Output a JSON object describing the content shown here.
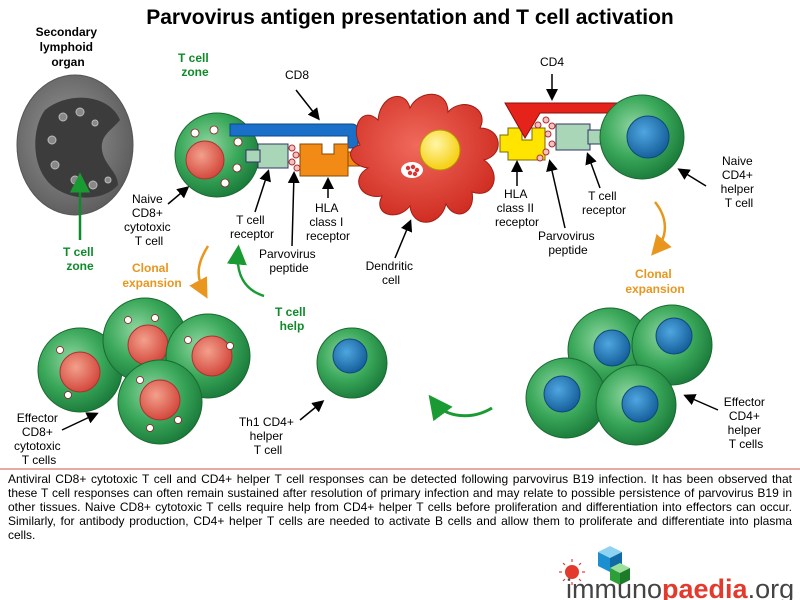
{
  "title": "Parvovirus antigen presentation and T cell activation",
  "labels": {
    "secondary_lymphoid": [
      "Secondary",
      "lymphoid",
      "organ"
    ],
    "t_cell_zone_top": [
      "T cell",
      "zone"
    ],
    "t_cell_zone_left": [
      "T cell",
      "zone"
    ],
    "cd8": "CD8",
    "cd4": "CD4",
    "naive_cd8": [
      "Naive",
      "CD8+",
      "cytotoxic",
      "T cell"
    ],
    "t_cell_receptor_left": [
      "T cell",
      "receptor"
    ],
    "hla_class_i": [
      "HLA",
      "class I",
      "receptor"
    ],
    "parvovirus_peptide_left": [
      "Parvovirus",
      "peptide"
    ],
    "dendritic_cell": [
      "Dendritic",
      "cell"
    ],
    "hla_class_ii": [
      "HLA",
      "class II",
      "receptor"
    ],
    "t_cell_receptor_right": [
      "T cell",
      "receptor"
    ],
    "parvovirus_peptide_right": [
      "Parvovirus",
      "peptide"
    ],
    "naive_cd4": [
      "Naive",
      "CD4+",
      "helper",
      "T cell"
    ],
    "clonal_expansion_left": [
      "Clonal",
      "expansion"
    ],
    "clonal_expansion_right": [
      "Clonal",
      "expansion"
    ],
    "t_cell_help": [
      "T cell",
      "help"
    ],
    "effector_cd8": [
      "Effector",
      "CD8+",
      "cytotoxic",
      "T cells"
    ],
    "th1_cd4": [
      "Th1 CD4+",
      "helper",
      "T cell"
    ],
    "effector_cd4": [
      "Effector",
      "CD4+",
      "helper",
      "T cells"
    ]
  },
  "caption": "Antiviral CD8+ cytotoxic T cell and CD4+ helper T cell responses can be detected following parvovirus B19 infection. It has been observed that these T cell responses can often remain sustained after resolution of primary infection and may relate to possible persistence of parvovirus B19 in other tissues. Naive CD8+ cytotoxic T cells require help from CD4+ helper T cells before proliferation and differentiation into effectors can occur. Similarly, for antibody production, CD4+ helper T cells are needed to activate B cells and allow them to proliferate and differentiate into plasma cells.",
  "logo": {
    "part1": "immuno",
    "part2": "paedia",
    "part3": ".org"
  },
  "colors": {
    "cell_green": "#2e9e4f",
    "nucleus_red": "#d9534f",
    "nucleus_blue": "#1f6fb0",
    "dendritic_red": "#dd3a2e",
    "orange_label": "#e8961e",
    "green_label": "#0f8a2a",
    "cd8_blue": "#1a6fc9",
    "cd4_red": "#e5231b",
    "hla_orange": "#f28a16",
    "hla_yellow": "#ffe400"
  }
}
